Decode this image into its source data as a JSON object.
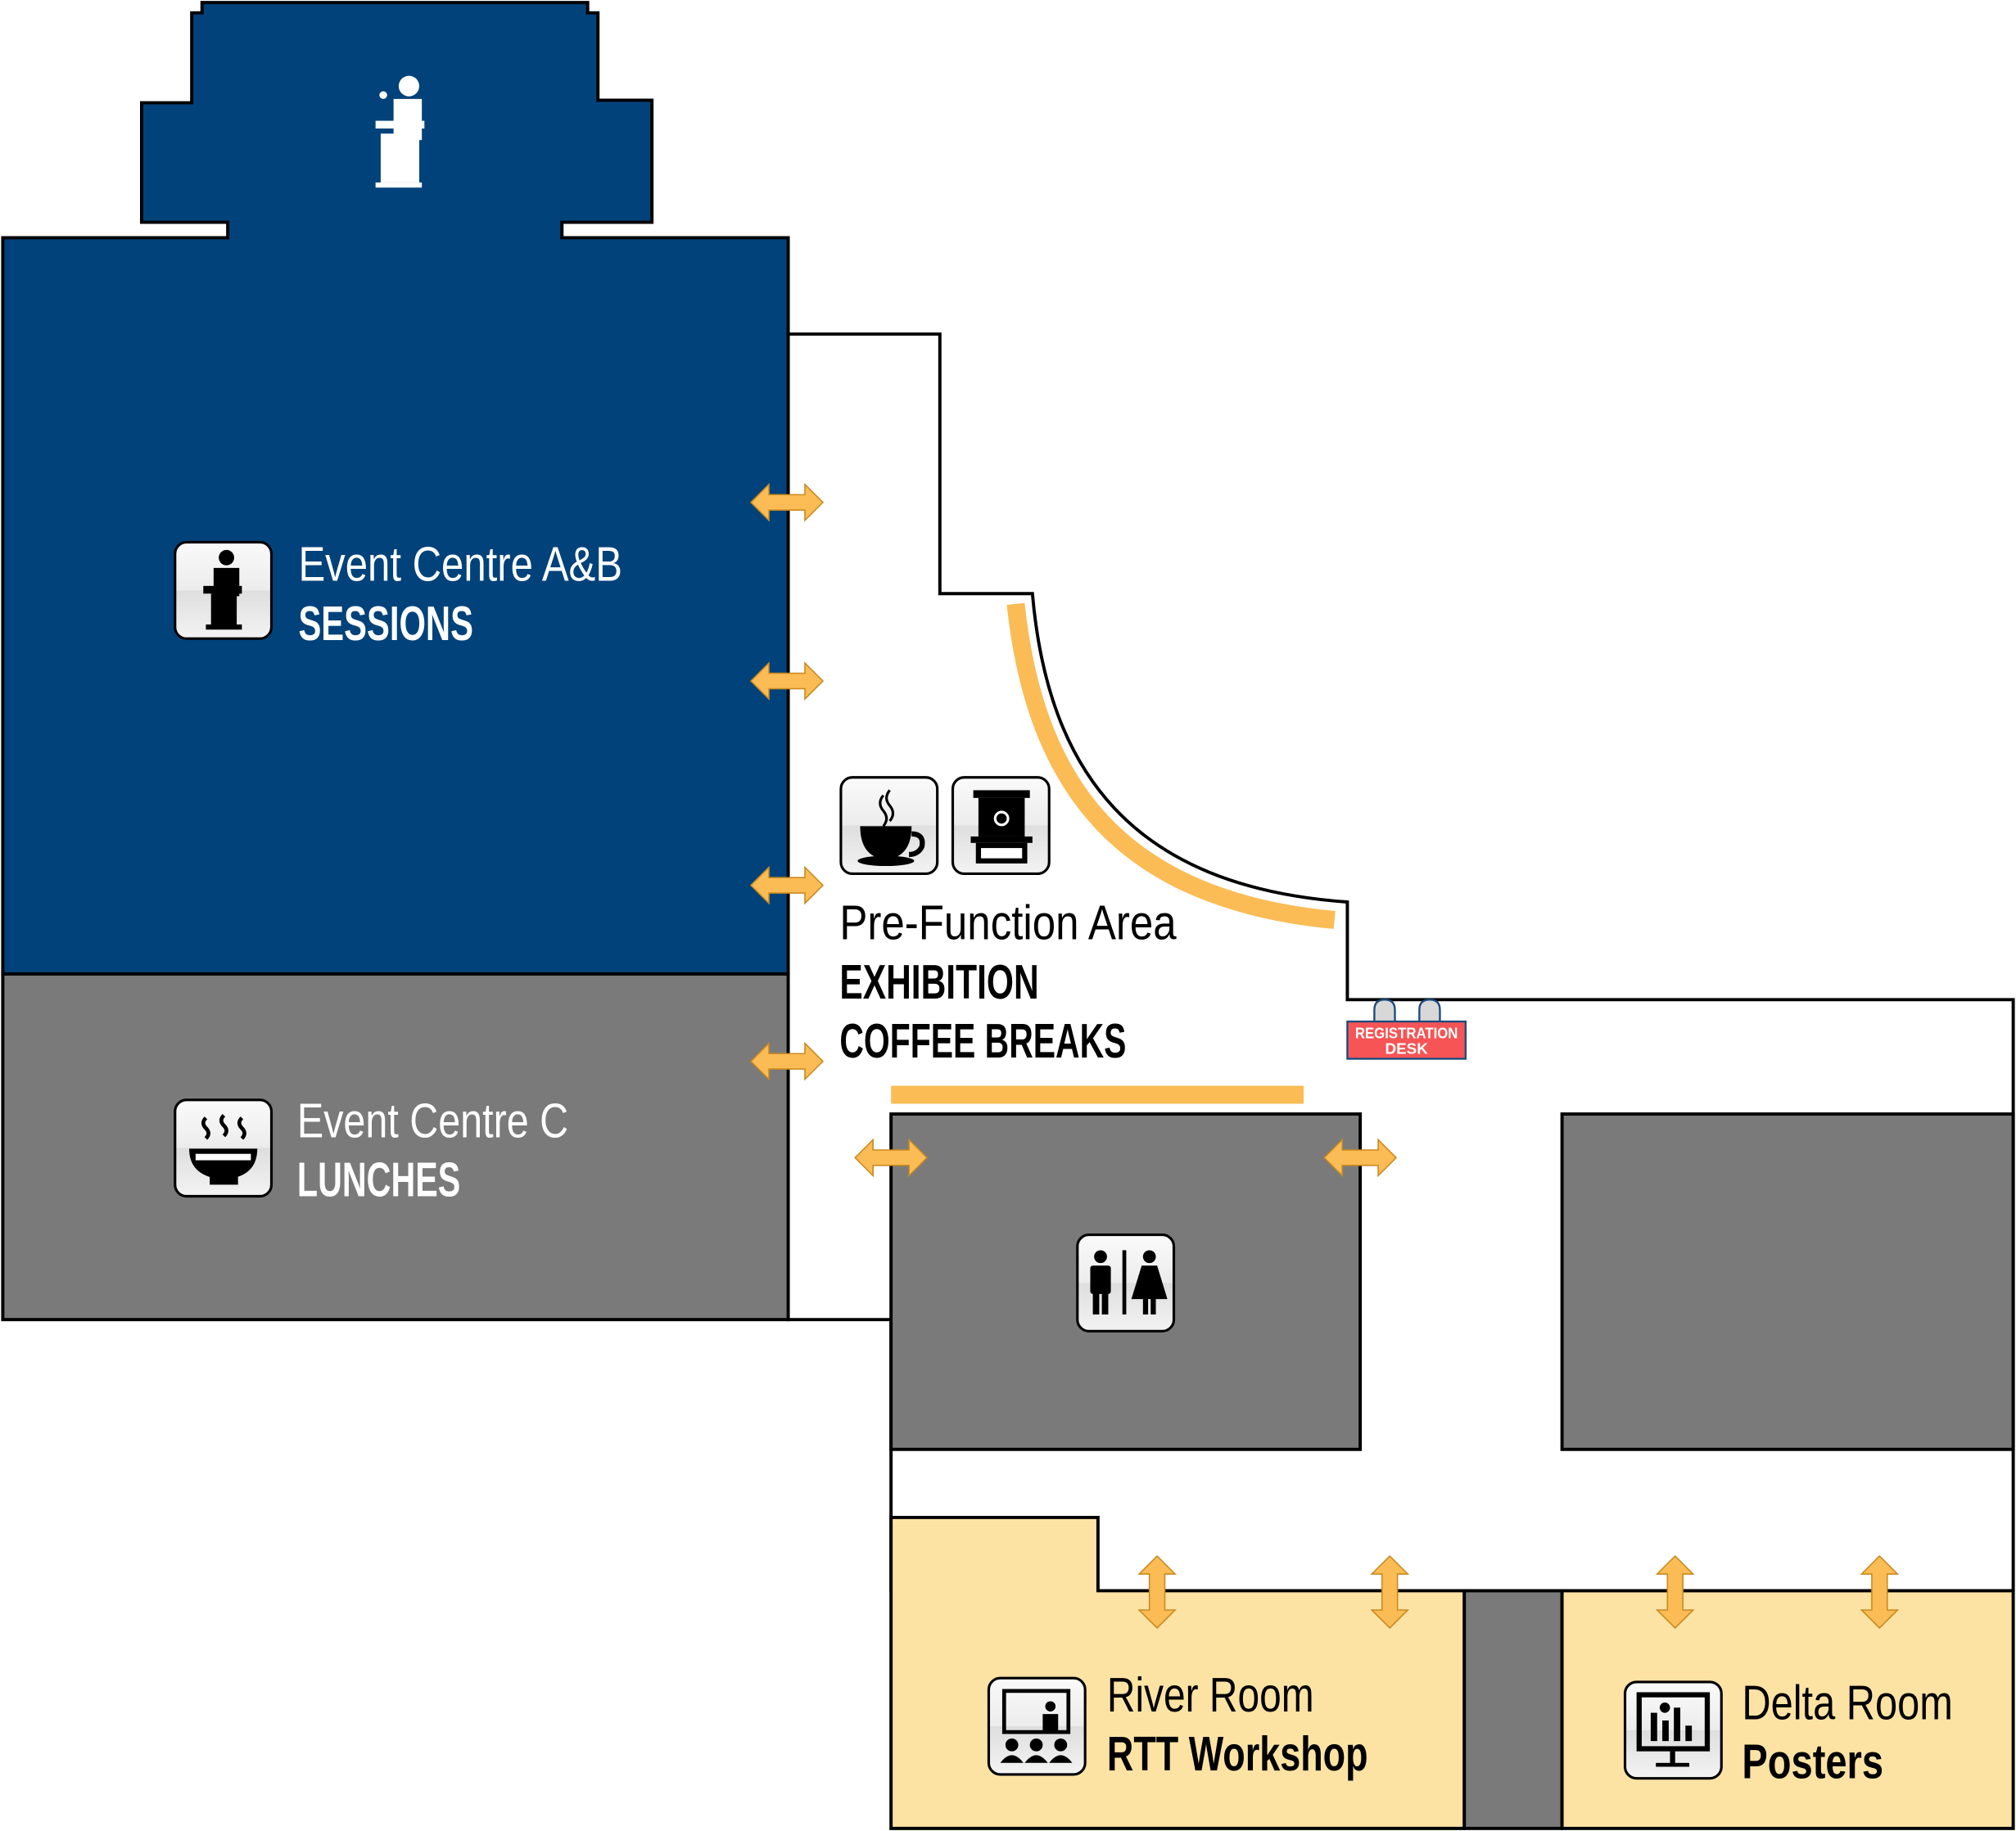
{
  "rooms": {
    "event_ab": {
      "name": "Event Centre A&B",
      "use": "SESSIONS"
    },
    "event_c": {
      "name": "Event Centre C",
      "use": "LUNCHES"
    },
    "prefunction": {
      "name": "Pre-Function Area",
      "use1": "EXHIBITION",
      "use2": "COFFEE BREAKS"
    },
    "river": {
      "name": "River Room",
      "use": "RTT Workshop"
    },
    "delta": {
      "name": "Delta Room",
      "use": "Posters"
    }
  },
  "registration": {
    "line1": "REGISTRATION",
    "line2": "DESK"
  },
  "icons": [
    "podium-icon",
    "bowl-icon",
    "coffee-icon",
    "booth-icon",
    "restroom-icon",
    "presentation-icon",
    "poster-icon",
    "door-arrow-icon"
  ],
  "colors": {
    "sessions": "#02427a",
    "gray": "#7a7a7a",
    "workshop": "#fce3a4",
    "accent": "#fbbc55",
    "registration": "#f75455"
  }
}
